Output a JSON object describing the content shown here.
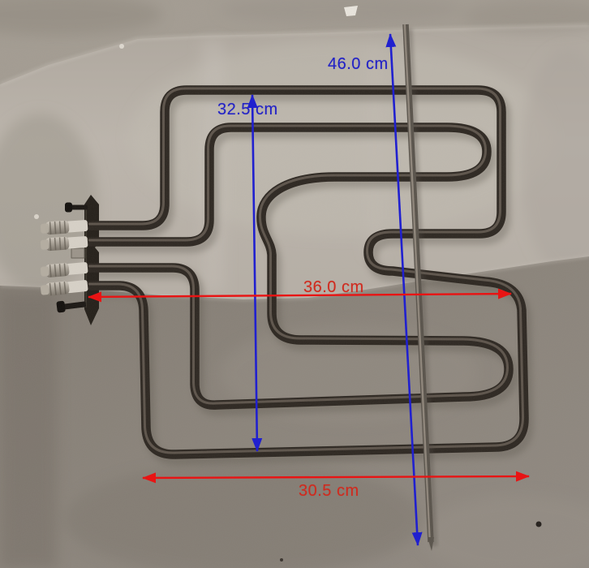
{
  "photo": {
    "subject": "oven grill heating element with terminal block and metal rod on fabric backdrop",
    "backdrop_top_color": "#b4ada4",
    "backdrop_bottom_color": "#8a8279",
    "tube_color": "#2e2822",
    "rod_color": "#57514a"
  },
  "dimensions": {
    "m46": {
      "label": "46.0 cm",
      "color": "#2121d0",
      "orientation": "vertical"
    },
    "m325": {
      "label": "32.5 cm",
      "color": "#2121d0",
      "orientation": "vertical"
    },
    "m36": {
      "label": "36.0 cm",
      "color": "#e81616",
      "orientation": "horizontal"
    },
    "m305": {
      "label": "30.5 cm",
      "color": "#e81616",
      "orientation": "horizontal"
    }
  }
}
